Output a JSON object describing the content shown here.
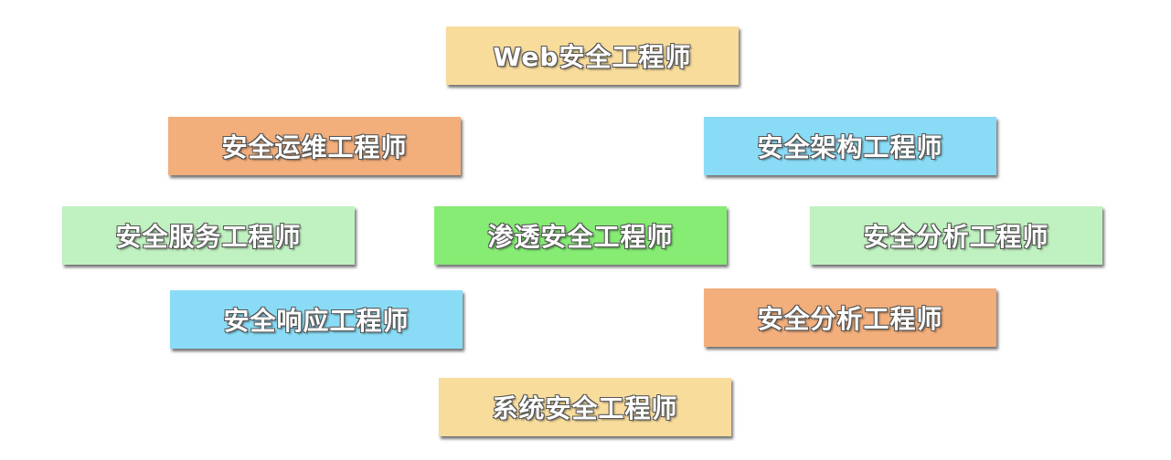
{
  "roles": [
    {
      "label": "Web安全工程师",
      "color": "#F8DC9C"
    },
    {
      "label": "安全运维工程师",
      "color": "#F2AE7B"
    },
    {
      "label": "安全架构工程师",
      "color": "#8ADCF6"
    },
    {
      "label": "安全服务工程师",
      "color": "#C0F1C0"
    },
    {
      "label": "渗透安全工程师",
      "color": "#86EC74"
    },
    {
      "label": "安全分析工程师",
      "color": "#C0F1C0"
    },
    {
      "label": "安全响应工程师",
      "color": "#8ADCF6"
    },
    {
      "label": "安全分析工程师",
      "color": "#F2AE7B"
    },
    {
      "label": "系统安全工程师",
      "color": "#F8DC9C"
    }
  ]
}
